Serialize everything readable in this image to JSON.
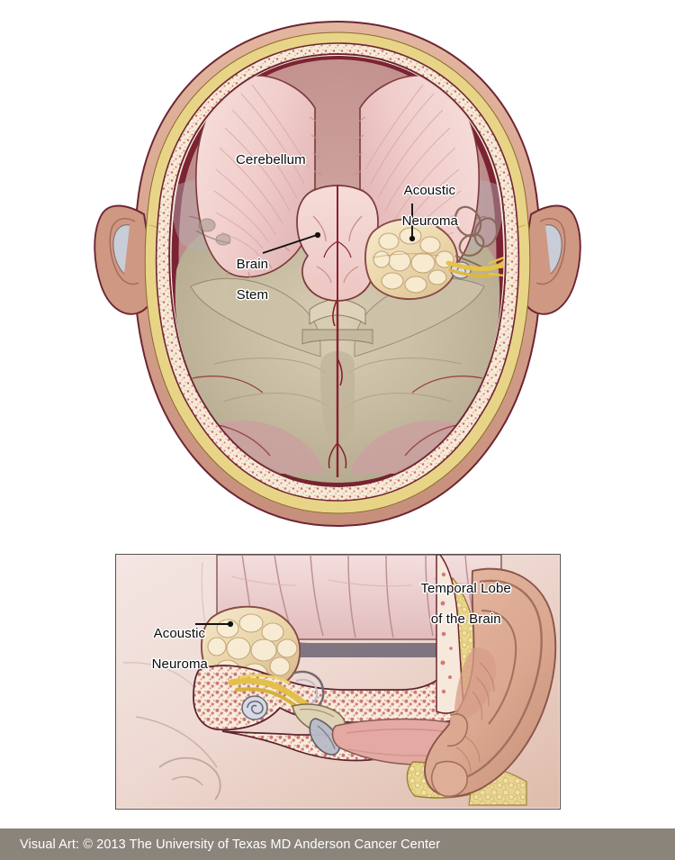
{
  "figure": {
    "title": "Acoustic Neuroma anatomical illustration",
    "background_color": "#ffffff"
  },
  "panels": [
    {
      "id": "axial-skull",
      "view": "Axial (top-down) cross-section of the skull",
      "labels": [
        {
          "id": "cerebellum",
          "text": "Cerebellum"
        },
        {
          "id": "acoustic-neuroma",
          "text": "Acoustic\nNeuroma"
        },
        {
          "id": "brain-stem",
          "text": "Brain\nStem"
        }
      ]
    },
    {
      "id": "coronal-ear",
      "view": "Coronal cross-section through the ear and temporal bone",
      "labels": [
        {
          "id": "temporal-lobe",
          "text": "Temporal Lobe\nof the Brain"
        },
        {
          "id": "acoustic-neuroma",
          "text": "Acoustic\nNeuroma"
        }
      ]
    }
  ],
  "labels": {
    "cerebellum": "Cerebellum",
    "acoustic_neuroma_line1": "Acoustic",
    "acoustic_neuroma_line2": "Neuroma",
    "brain_stem_line1": "Brain",
    "brain_stem_line2": "Stem",
    "temporal_lobe_line1": "Temporal Lobe",
    "temporal_lobe_line2": "of the Brain",
    "acoustic_neuroma_lower_line1": "Acoustic",
    "acoustic_neuroma_lower_line2": "Neuroma"
  },
  "footer": {
    "credit": "Visual Art: © 2013 The University of Texas MD Anderson Cancer Center",
    "background_color": "#8b847b",
    "text_color": "#ffffff"
  },
  "colors": {
    "skin": "#d9a893",
    "skin_light": "#e6bda9",
    "fat_yellow": "#e8d487",
    "bone_cream": "#f3e5cf",
    "bone_outline": "#6d2533",
    "diploe_speckle": "#c4565c",
    "dura_red": "#7b2233",
    "brain_pink": "#c99a9a",
    "cerebellum_pink": "#f0cfcf",
    "skull_base_olive": "#b8ac93",
    "skull_base_tan": "#d8cdb5",
    "tumor_cream": "#eedcb4",
    "tumor_outline": "#8a4a44",
    "vessel_red": "#8b1f2e",
    "nerve_yellow": "#e5c347",
    "cartilage_blue": "#c9d3e2",
    "panel_border": "#58524d",
    "label_text": "#0b0b0b",
    "label_halo": "#ffffff"
  }
}
